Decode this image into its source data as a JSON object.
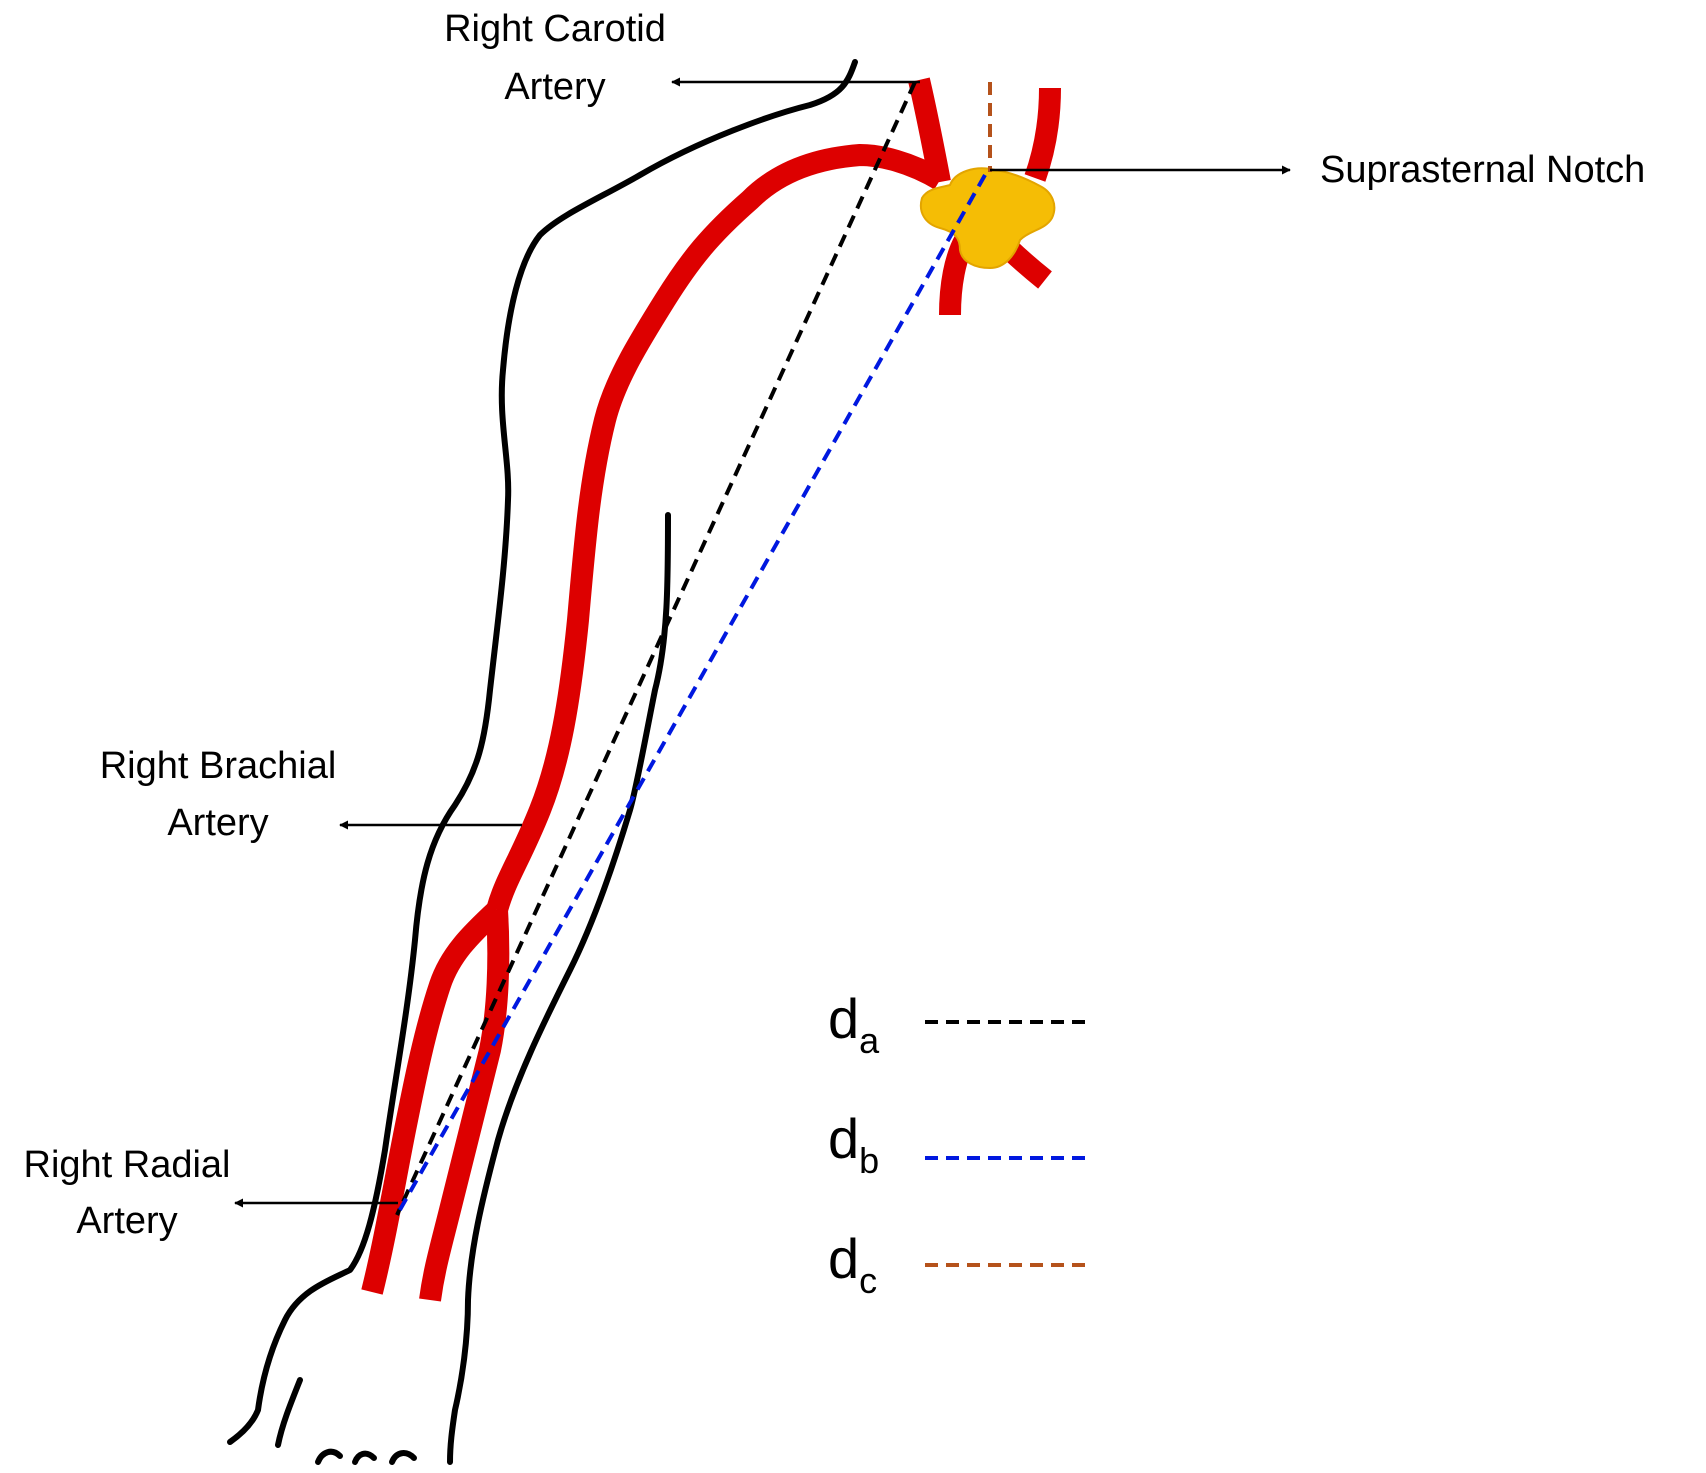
{
  "labels": {
    "carotid": {
      "line1": "Right Carotid",
      "line2": "Artery"
    },
    "notch": "Suprasternal Notch",
    "brachial": {
      "line1": "Right Brachial",
      "line2": "Artery"
    },
    "radial": {
      "line1": "Right Radial",
      "line2": "Artery"
    }
  },
  "legend": [
    {
      "main": "d",
      "sub": "a",
      "color": "#000000"
    },
    {
      "main": "d",
      "sub": "b",
      "color": "#0018e0"
    },
    {
      "main": "d",
      "sub": "c",
      "color": "#b5521b"
    }
  ],
  "colors": {
    "artery": "#dd0000",
    "outline": "#000000",
    "notch": "#f5bd05",
    "notch_stroke": "#e3a500"
  }
}
